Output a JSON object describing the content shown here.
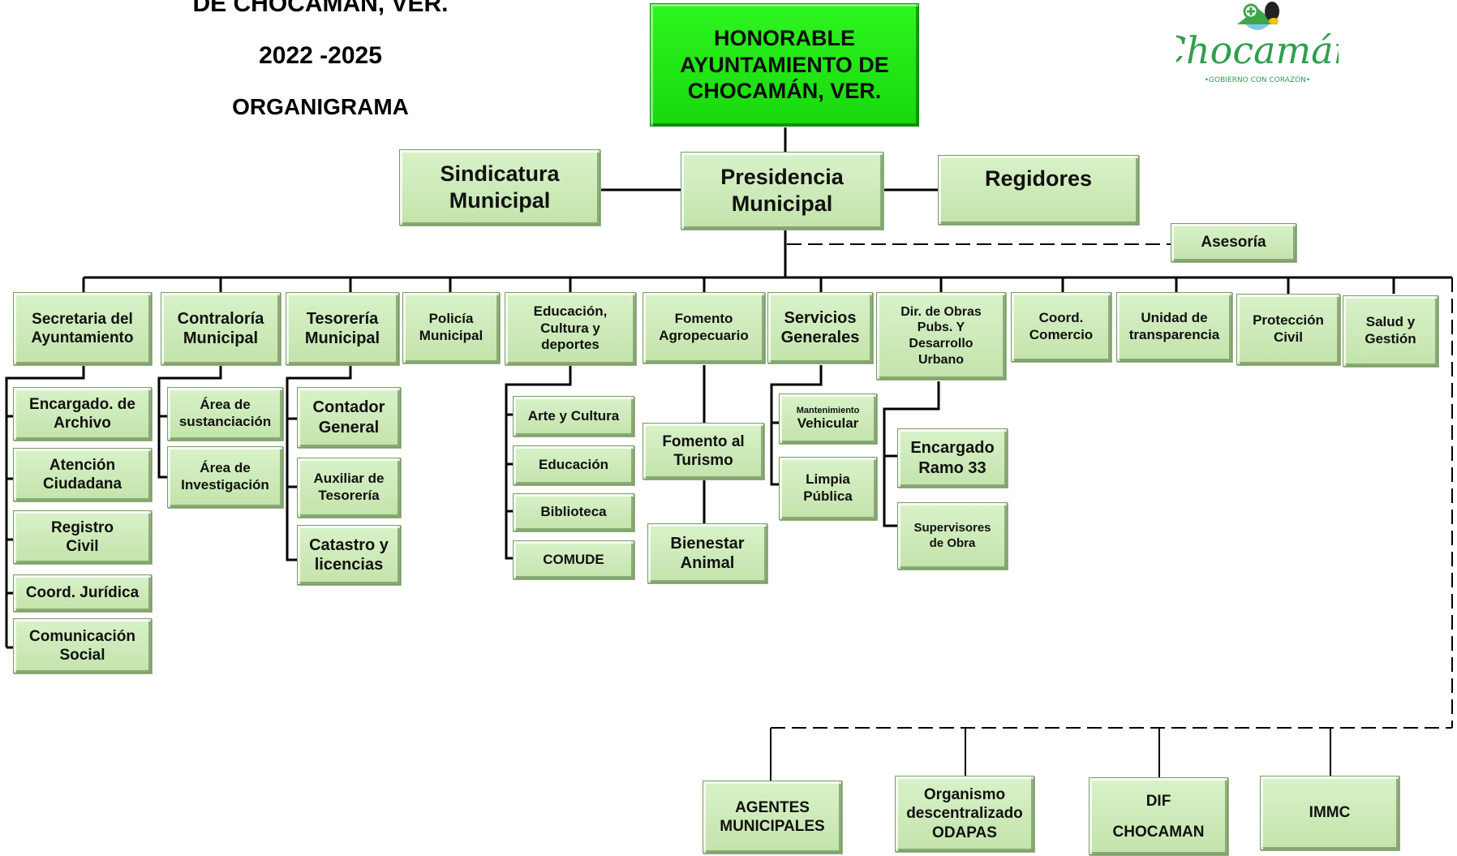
{
  "header": {
    "title_line1": "DE CHOCAMÁN, VER.",
    "period": "2022 -2025",
    "subtitle": "ORGANIGRAMA"
  },
  "logo": {
    "text": "Chocamán",
    "tagline": "•GOBIERNO CON CORAZÓN•"
  },
  "colors": {
    "box_fill": "#c9e8b2",
    "head_fill": "#22e814",
    "line": "#000000"
  },
  "nodes": {
    "ayuntamiento": "HONORABLE\nAYUNTAMIENTO DE\nCHOCAMÁN, VER.",
    "sindicatura": "Sindicatura\nMunicipal",
    "presidencia": "Presidencia\nMunicipal",
    "regidores": "Regidores",
    "asesoria": "Asesoría",
    "secretaria": "Secretaria del\nAyuntamiento",
    "contraloria": "Contraloría\nMunicipal",
    "tesoreria": "Tesorería\nMunicipal",
    "policia": "Policía\nMunicipal",
    "educacion_cultura": "Educación,\nCultura y\ndeportes",
    "fomento_agro": "Fomento\nAgropecuario",
    "servicios": "Servicios\nGenerales",
    "obras": "Dir. de Obras\nPubs. Y\nDesarrollo\nUrbano",
    "comercio": "Coord.\nComercio",
    "transparencia": "Unidad de\ntransparencia",
    "proteccion": "Protección\nCivil",
    "salud": "Salud y\nGestión",
    "archivo": "Encargado. de\nArchivo",
    "atencion": "Atención\nCiudadana",
    "registro": "Registro\nCivil",
    "juridica": "Coord. Jurídica",
    "comunicacion": "Comunicación\nSocial",
    "sustanciacion": "Área de\nsustanciación",
    "investigacion": "Área de\nInvestigación",
    "contador": "Contador\nGeneral",
    "auxiliar": "Auxiliar de\nTesorería",
    "catastro": "Catastro y\nlicencias",
    "arte": "Arte y Cultura",
    "educacion": "Educación",
    "biblioteca": "Biblioteca",
    "comude": "COMUDE",
    "turismo": "Fomento al\nTurismo",
    "bienestar": "Bienestar\nAnimal",
    "mant_small": "Mantenimiento",
    "mant_big": "Vehicular",
    "limpia": "Limpia\nPública",
    "ramo33": "Encargado\nRamo 33",
    "supervisores": "Supervisores\nde Obra",
    "agentes": "AGENTES\nMUNICIPALES",
    "odapas": "Organismo\ndescentralizado\nODAPAS",
    "dif": "DIF\n\nCHOCAMAN",
    "immc": "IMMC"
  }
}
